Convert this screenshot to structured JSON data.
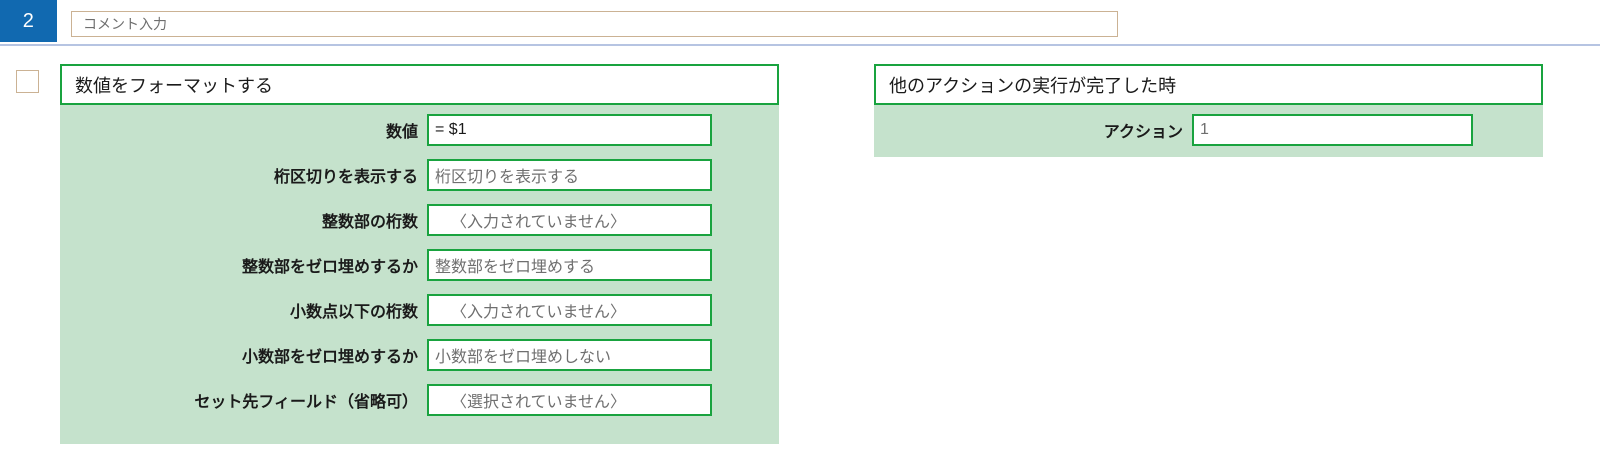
{
  "top_bar": {
    "step_number": "2",
    "comment_input": {
      "value": "",
      "placeholder": "コメント入力"
    }
  },
  "panels": [
    {
      "id": "format-number",
      "checkbox_checked": false,
      "title": "数値をフォーマットする",
      "fields": [
        {
          "label": "数値",
          "value": "= $1",
          "muted": false,
          "indent": false
        },
        {
          "label": "桁区切りを表示する",
          "value": "桁区切りを表示する",
          "muted": true,
          "indent": false
        },
        {
          "label": "整数部の桁数",
          "value": "〈入力されていません〉",
          "muted": true,
          "indent": true
        },
        {
          "label": "整数部をゼロ埋めするか",
          "value": "整数部をゼロ埋めする",
          "muted": true,
          "indent": false
        },
        {
          "label": "小数点以下の桁数",
          "value": "〈入力されていません〉",
          "muted": true,
          "indent": true
        },
        {
          "label": "小数部をゼロ埋めするか",
          "value": "小数部をゼロ埋めしない",
          "muted": true,
          "indent": false
        },
        {
          "label": "セット先フィールド（省略可）",
          "value": "〈選択されていません〉",
          "muted": true,
          "indent": true
        }
      ]
    },
    {
      "id": "on-other-action-complete",
      "title": "他のアクションの実行が完了した時",
      "fields": [
        {
          "label": "アクション",
          "value": "1",
          "muted": true,
          "indent": false
        }
      ]
    }
  ],
  "colors": {
    "badge_blue": "#1169b0",
    "panel_green_border": "#19a33f",
    "panel_green_body": "#c5e2cc",
    "input_tan_border": "#cbb294",
    "separator_blue": "#b6c4e2"
  }
}
